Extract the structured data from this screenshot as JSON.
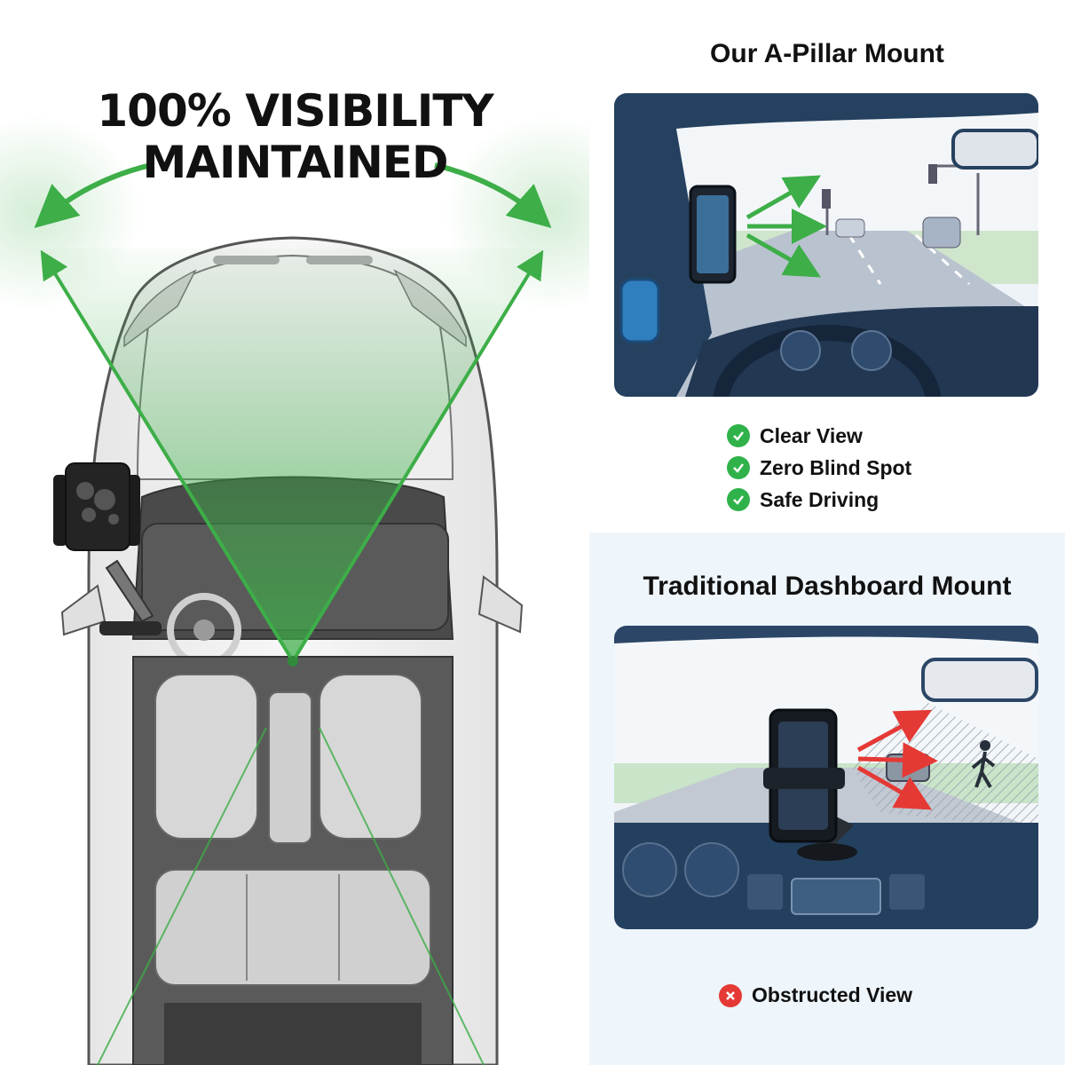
{
  "headline": {
    "line1": "100% VISIBILITY",
    "line2": "MAINTAINED"
  },
  "a_pillar": {
    "title": "Our A-Pillar Mount",
    "benefits": [
      "Clear View",
      "Zero Blind Spot",
      "Safe Driving"
    ]
  },
  "dashboard": {
    "title": "Traditional Dashboard Mount",
    "drawback": "Obstructed View"
  },
  "colors": {
    "visibility_green": "#3dae48",
    "check_green": "#2fb24a",
    "warning_red": "#e53935",
    "dash_navy": "#223752"
  },
  "icons": {
    "benefit": "check-circle-icon",
    "drawback": "x-circle-icon"
  }
}
